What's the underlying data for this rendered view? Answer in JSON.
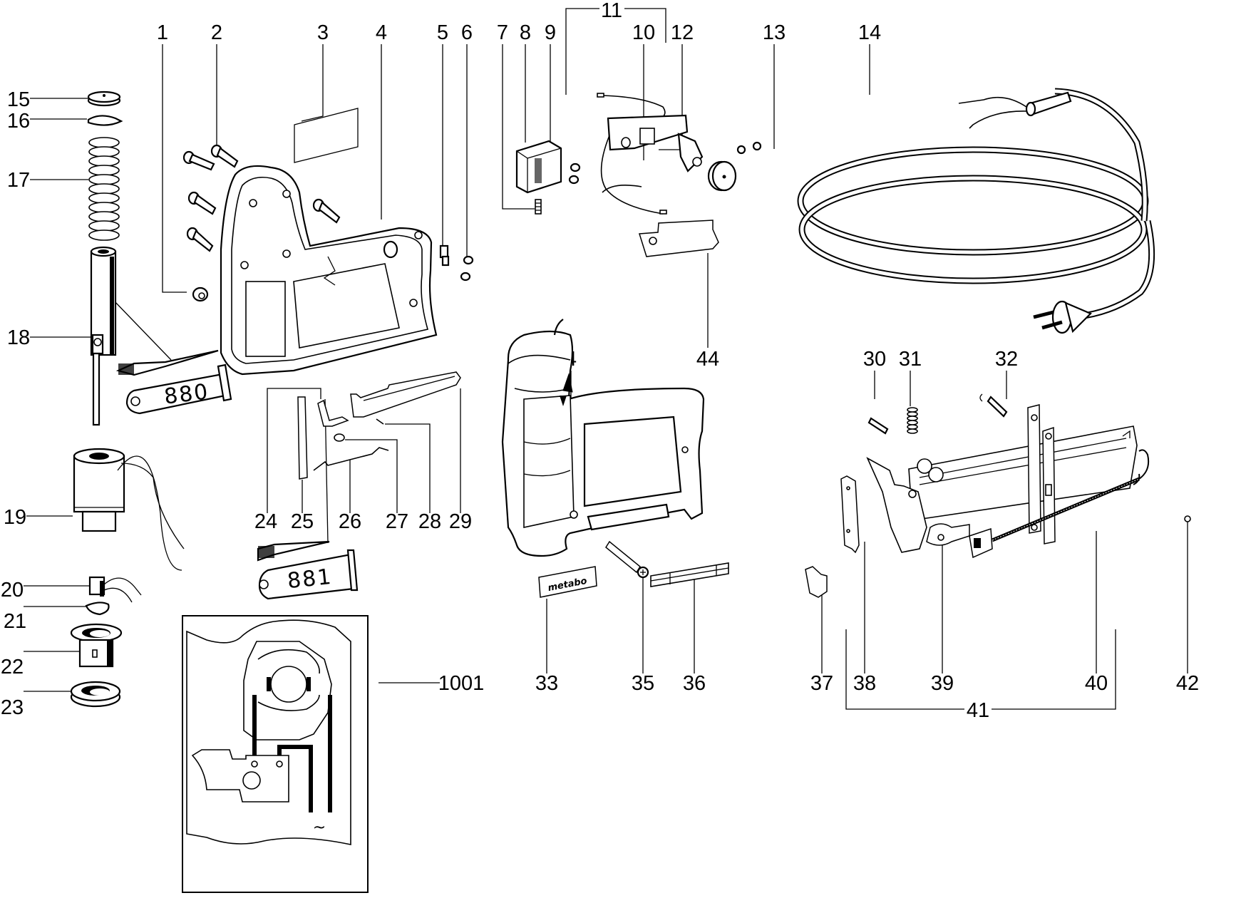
{
  "diagram": {
    "type": "exploded-parts-view",
    "subject": "electric stapler / tacker",
    "background": "#ffffff",
    "ink": "#000000"
  },
  "callouts": {
    "c1": "1",
    "c2": "2",
    "c3": "3",
    "c4": "4",
    "c4b": "4",
    "c5": "5",
    "c6": "6",
    "c7": "7",
    "c8": "8",
    "c9": "9",
    "c10": "10",
    "c11": "11",
    "c12": "12",
    "c13": "13",
    "c14": "14",
    "c15": "15",
    "c16": "16",
    "c17": "17",
    "c18": "18",
    "c19": "19",
    "c20": "20",
    "c21": "21",
    "c22": "22",
    "c23": "23",
    "c24": "24",
    "c25": "25",
    "c26": "26",
    "c27": "27",
    "c28": "28",
    "c29": "29",
    "c30": "30",
    "c31": "31",
    "c32": "32",
    "c33": "33",
    "c35": "35",
    "c36": "36",
    "c37": "37",
    "c38": "38",
    "c39": "39",
    "c40": "40",
    "c41": "41",
    "c42": "42",
    "c44": "44",
    "c1001": "1001"
  },
  "parts": [
    {
      "id": "1",
      "depicts": "nut"
    },
    {
      "id": "2",
      "depicts": "housing screws"
    },
    {
      "id": "3",
      "depicts": "rating plate"
    },
    {
      "id": "4",
      "depicts": "housing"
    },
    {
      "id": "5",
      "depicts": "cable clamp"
    },
    {
      "id": "6",
      "depicts": "screws"
    },
    {
      "id": "7",
      "depicts": "spring"
    },
    {
      "id": "8",
      "depicts": "switch"
    },
    {
      "id": "9",
      "depicts": "screws"
    },
    {
      "id": "10",
      "depicts": "adjusting knob"
    },
    {
      "id": "11",
      "depicts": "electronics module (group)"
    },
    {
      "id": "12",
      "depicts": "screws"
    },
    {
      "id": "13",
      "depicts": "power cord"
    },
    {
      "id": "14",
      "depicts": "cable sleeve"
    },
    {
      "id": "15",
      "depicts": "damping disc"
    },
    {
      "id": "16",
      "depicts": "retaining ring"
    },
    {
      "id": "17",
      "depicts": "compression spring"
    },
    {
      "id": "18",
      "depicts": "armature / plunger"
    },
    {
      "id": "19",
      "depicts": "coil"
    },
    {
      "id": "20",
      "depicts": "thermal switch"
    },
    {
      "id": "21",
      "depicts": "wedge"
    },
    {
      "id": "22",
      "depicts": "guide bushing"
    },
    {
      "id": "23",
      "depicts": "ring"
    },
    {
      "id": "24",
      "depicts": "driver assembly (group)"
    },
    {
      "id": "25",
      "depicts": "driver blade"
    },
    {
      "id": "26",
      "depicts": "wire spring"
    },
    {
      "id": "27",
      "depicts": "ring"
    },
    {
      "id": "28",
      "depicts": "pin"
    },
    {
      "id": "29",
      "depicts": "lever"
    },
    {
      "id": "30",
      "depicts": "pin"
    },
    {
      "id": "31",
      "depicts": "spring"
    },
    {
      "id": "32",
      "depicts": "pin with circlip"
    },
    {
      "id": "33",
      "depicts": "brand plate"
    },
    {
      "id": "35",
      "depicts": "screw"
    },
    {
      "id": "36",
      "depicts": "label strip"
    },
    {
      "id": "37",
      "depicts": "end cap"
    },
    {
      "id": "38",
      "depicts": "front plate"
    },
    {
      "id": "39",
      "depicts": "roller"
    },
    {
      "id": "40",
      "depicts": "pusher spring assembly"
    },
    {
      "id": "41",
      "depicts": "magazine (group)"
    },
    {
      "id": "42",
      "depicts": "circlip"
    },
    {
      "id": "44",
      "depicts": "insulating plate"
    },
    {
      "id": "1001",
      "depicts": "wiring diagram"
    }
  ],
  "grease_tubes": {
    "tube_a": "880",
    "tube_b": "881"
  },
  "brand_plate_text": "metabo",
  "wiring_diagram": {
    "ac_symbol": "~"
  }
}
